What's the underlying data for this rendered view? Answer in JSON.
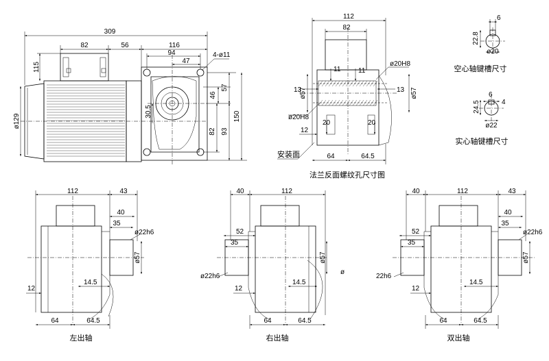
{
  "main_view": {
    "overall_length": "309",
    "box_width": "82",
    "gap": "56",
    "gear_length": "116",
    "flange_width": "94",
    "flange_half": "47",
    "holes": "4-ø11",
    "box_height": "115",
    "motor_dia": "ø129",
    "upper_height": "46",
    "upper_total": "57",
    "height": "150",
    "lower": "93",
    "shaft_height": "82",
    "shaft_dia": "30.5"
  },
  "flange_view": {
    "width": "112",
    "box": "82",
    "bore": "ø20H8",
    "bore2": "ø20H8",
    "key_width": "11",
    "key_width2": "11",
    "dia_left": "ø57",
    "dia_right": "ø57",
    "offset_left": "13",
    "offset_right": "13",
    "depth_a": "20",
    "depth_b": "20",
    "left_off": "12",
    "left": "64",
    "right": "64.5",
    "mount_face": "安装面",
    "caption": "法兰反面螺纹孔尺寸图"
  },
  "keyways": {
    "hollow": {
      "key_width": "6",
      "key_depth": "22.8",
      "dia": "ø20",
      "caption": "空心轴键槽尺寸"
    },
    "solid": {
      "key_width": "6",
      "key_depth": "24.5",
      "key_h": "4",
      "dia": "ø22",
      "caption": "实心轴键槽尺寸"
    }
  },
  "left_shaft": {
    "width": "112",
    "shaft_len": "43",
    "a40": "40",
    "a35": "35",
    "shaft_dia": "ø22h6",
    "pilot_dia": "ø57",
    "base": "12",
    "key": "14.5",
    "left": "64",
    "right": "64.5",
    "caption": "左出轴"
  },
  "right_shaft": {
    "shaft_len": "40",
    "width": "112",
    "a52": "52",
    "a35": "35",
    "shaft_dia": "ø22h6",
    "pilot_dia": "ø57",
    "phi": "ø",
    "base": "12",
    "key": "14.5",
    "left": "64",
    "right": "64.5",
    "caption": "右出轴"
  },
  "double_shaft": {
    "left_len": "40",
    "width": "112",
    "right_len": "43",
    "a52": "52",
    "a40": "40",
    "a35_left": "35",
    "a35_right": "35",
    "shaft_dia_left": "22h6",
    "shaft_dia_right": "ø22h6",
    "pilot_dia": "ø57",
    "base": "12",
    "key": "14.5",
    "left": "64",
    "right": "64.5",
    "caption": "双出轴"
  }
}
